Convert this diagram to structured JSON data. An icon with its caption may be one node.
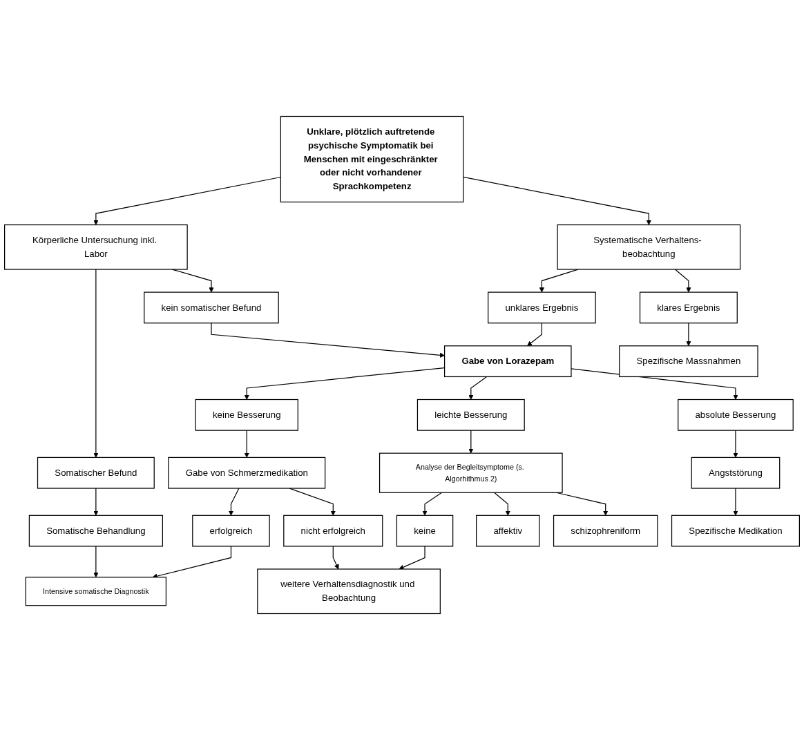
{
  "diagram": {
    "nodes": [
      {
        "text": [
          "Unklare, plötzlich auftretende psychische Symptomatik bei Menschen mit eingeschränkter oder nicht vorhandener Sprachkompetenz"
        ]
      },
      {
        "text": [
          "Körperliche Untersuchung inkl. Labor"
        ]
      },
      {
        "text": [
          "Systematische Verhaltens- beobachtung"
        ]
      },
      {
        "text": [
          "Somatischer Befund"
        ]
      },
      {
        "text": [
          "kein somatischer Befund"
        ]
      },
      {
        "text": [
          "unklares Ergebnis"
        ]
      },
      {
        "text": [
          "klares Ergebnis"
        ]
      },
      {
        "text": [
          "Somatische Behandlung"
        ]
      },
      {
        "text": [
          "Gabe von Lorazepam"
        ]
      },
      {
        "text": [
          "Spezifische Massnahmen"
        ]
      },
      {
        "text": [
          "Intensive somatische Diagnostik"
        ]
      },
      {
        "text": [
          "keine Besserung"
        ]
      },
      {
        "text": [
          "leichte Besserung"
        ]
      },
      {
        "text": [
          "absolute Besserung"
        ]
      },
      {
        "text": [
          "Gabe von Schmerzmedikation"
        ]
      },
      {
        "text": [
          "Analyse der Begleitsymptome (s. Algorhithmus 2)"
        ]
      },
      {
        "text": [
          "Angststörung"
        ]
      },
      {
        "text": [
          "erfolgreich"
        ]
      },
      {
        "text": [
          "nicht erfolgreich"
        ]
      },
      {
        "text": [
          "keine"
        ]
      },
      {
        "text": [
          "affektiv"
        ]
      },
      {
        "text": [
          "schizophreniform"
        ]
      },
      {
        "text": [
          "weitere Verhaltensdiagnostik und Beobachtung"
        ]
      },
      {
        "text": [
          "Spezifische Medikation"
        ]
      }
    ],
    "edges": [
      {
        "from": 0,
        "to": 1,
        "arrow": "to"
      },
      {
        "from": 0,
        "to": 2,
        "arrow": "to"
      },
      {
        "from": 1,
        "to": 3,
        "arrow": "to"
      },
      {
        "from": 1,
        "to": 4,
        "arrow": "to"
      },
      {
        "from": 2,
        "to": 5,
        "arrow": "to"
      },
      {
        "from": 2,
        "to": 6,
        "arrow": "to"
      },
      {
        "from": 3,
        "to": 7,
        "arrow": "to"
      },
      {
        "from": 4,
        "to": 8,
        "arrow": "to"
      },
      {
        "from": 5,
        "to": 8,
        "arrow": "to"
      },
      {
        "from": 6,
        "to": 9,
        "arrow": "to"
      },
      {
        "from": 7,
        "to": 10,
        "arrow": "to"
      },
      {
        "from": 8,
        "to": 11,
        "arrow": "to"
      },
      {
        "from": 8,
        "to": 12,
        "arrow": "to"
      },
      {
        "from": 8,
        "to": 13,
        "arrow": "to"
      },
      {
        "from": 11,
        "to": 14,
        "arrow": "to"
      },
      {
        "from": 12,
        "to": 15,
        "arrow": "to"
      },
      {
        "from": 13,
        "to": 16,
        "arrow": "to"
      },
      {
        "from": 14,
        "to": 17,
        "arrow": "to"
      },
      {
        "from": 14,
        "to": 18,
        "arrow": "to"
      },
      {
        "from": 17,
        "to": 10,
        "arrow": "to"
      },
      {
        "from": 15,
        "to": 19,
        "arrow": "to"
      },
      {
        "from": 15,
        "to": 20,
        "arrow": "to"
      },
      {
        "from": 15,
        "to": 21,
        "arrow": "to"
      },
      {
        "from": 18,
        "to": 22,
        "arrow": "to"
      },
      {
        "from": 19,
        "to": 22,
        "arrow": "to"
      },
      {
        "from": 16,
        "to": 23,
        "arrow": "to"
      }
    ]
  }
}
